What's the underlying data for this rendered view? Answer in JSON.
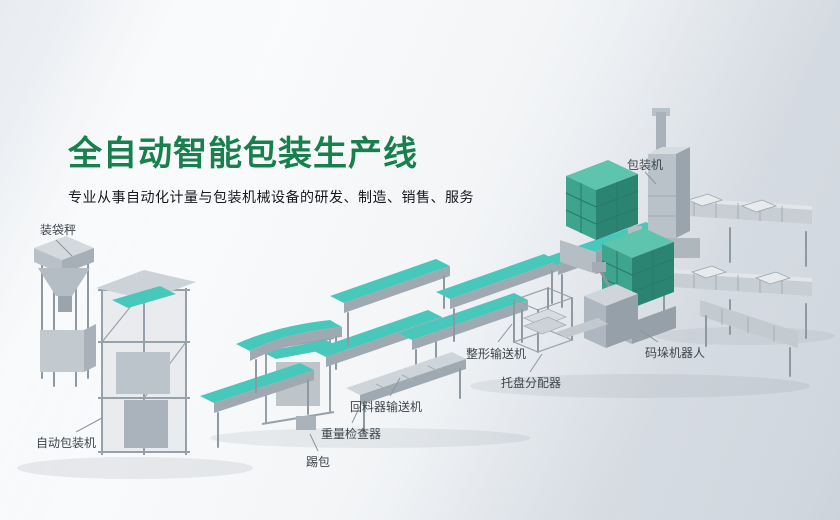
{
  "hero": {
    "title": "全自动智能包装生产线",
    "subtitle": "专业从事自动化计量与包装机械设备的研发、制造、销售、服务"
  },
  "labels": [
    {
      "id": "bagging-scale",
      "text": "装袋秤"
    },
    {
      "id": "packing-machine",
      "text": "包装机"
    },
    {
      "id": "shaping-conveyor",
      "text": "整形输送机"
    },
    {
      "id": "palletizing-robot",
      "text": "码垛机器人"
    },
    {
      "id": "pallet-dispenser",
      "text": "托盘分配器"
    },
    {
      "id": "return-feeder-conveyor",
      "text": "回料器输送机"
    },
    {
      "id": "checkweigher",
      "text": "重量检查器"
    },
    {
      "id": "bag-kicker",
      "text": "踢包"
    },
    {
      "id": "auto-packing-machine",
      "text": "自动包装机"
    }
  ],
  "colors": {
    "title_green": "#17804d",
    "belt_teal": "#47c8ba",
    "cube_green": "#3da58e",
    "machine_gray": "#bac2c9",
    "label_text": "#3d444b",
    "background_light": "#f9fafc",
    "background_dark": "#ccd3db"
  }
}
